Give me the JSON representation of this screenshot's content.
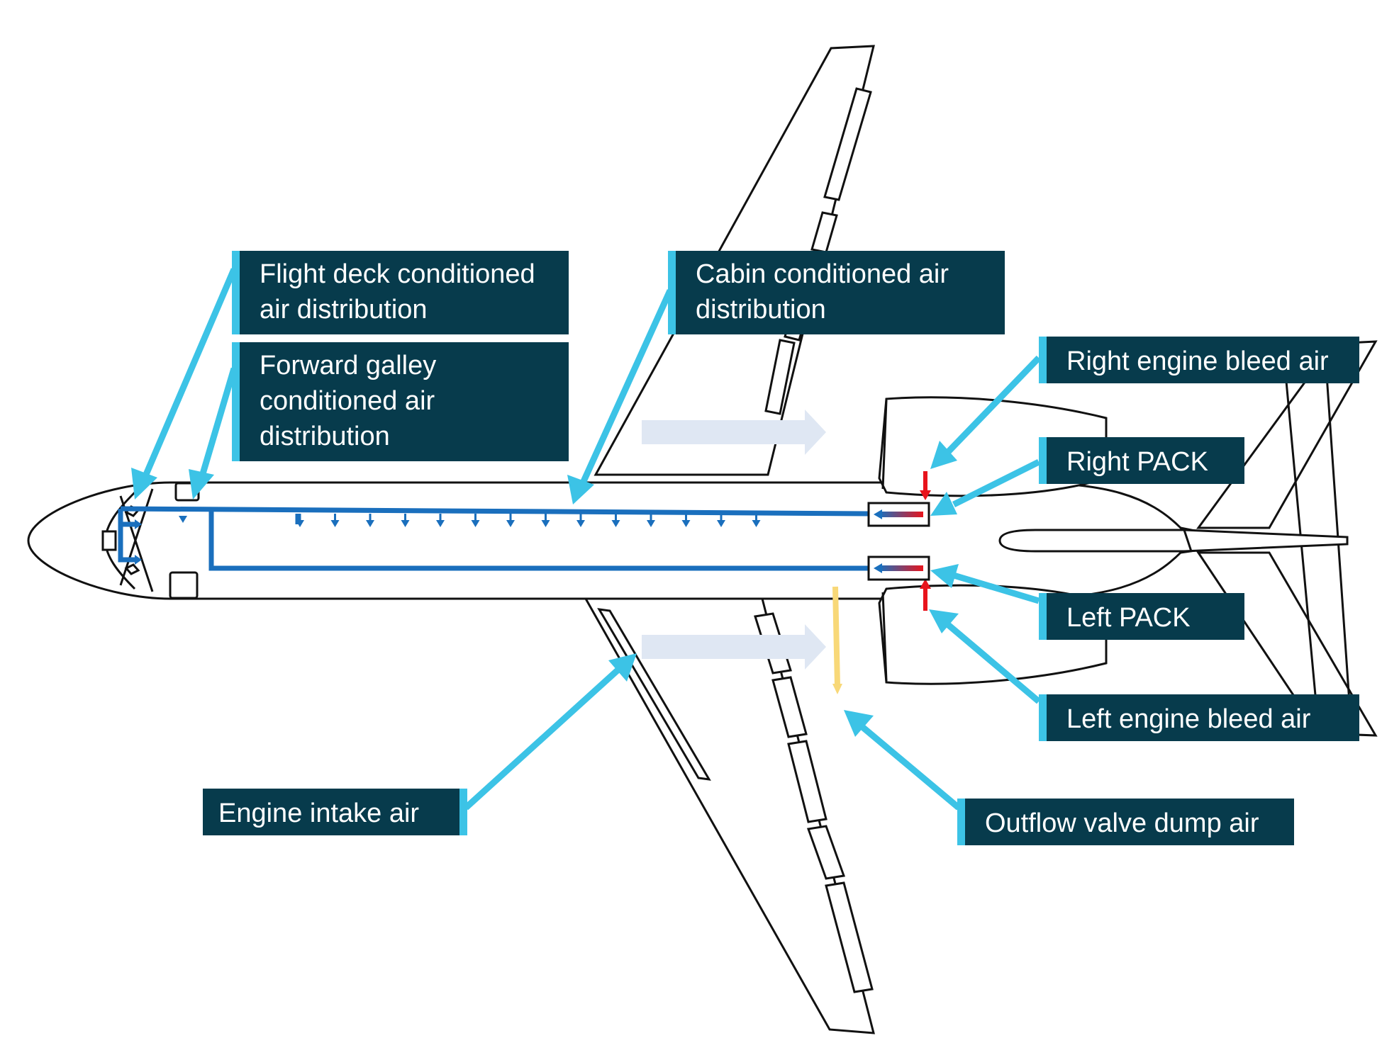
{
  "labels": {
    "flight_deck": "Flight deck conditioned\nair distribution",
    "forward_galley": "Forward galley\nconditioned air\ndistribution",
    "cabin": "Cabin conditioned air\ndistribution",
    "right_bleed": "Right engine bleed air",
    "right_pack": "Right PACK",
    "left_pack": "Left PACK",
    "left_bleed": "Left engine bleed air",
    "engine_intake": "Engine intake air",
    "outflow_valve": "Outflow valve dump air"
  },
  "colors": {
    "callout_bg": "#073b4c",
    "callout_accent": "#3cc3e6",
    "leader_line": "#3cc3e6",
    "duct": "#1a6fbd",
    "bleed": "#e8141c",
    "outflow": "#f8d878",
    "intake_arrow": "#dfe7f3",
    "outline": "#111111"
  },
  "icons": {
    "pack": "pack-box-icon",
    "outlet": "down-arrow-icon"
  }
}
